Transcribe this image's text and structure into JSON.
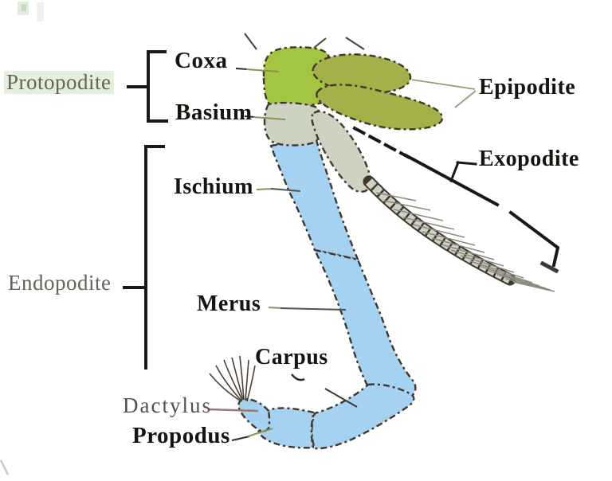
{
  "labels": {
    "protopodite": "Protopodite",
    "coxa": "Coxa",
    "basium": "Basium",
    "epipodite": "Epipodite",
    "exopodite": "Exopodite",
    "endopodite": "Endopodite",
    "ischium": "Ischium",
    "merus": "Merus",
    "carpus": "Carpus",
    "dactylus": "Dactylus",
    "propodus": "Propodus"
  },
  "colors": {
    "coxa_fill": "#a3c642",
    "epipodite_fill": "#a4b048",
    "basium_fill": "#ccd3c2",
    "exopodite_fill": "#cdd2c2",
    "endopodite_fill": "#a4d2f0",
    "outline": "#42362c",
    "bracket": "#181818",
    "pointer_olive": "#8f9054",
    "pointer_dark": "#55524e",
    "pointer_mauve": "#9b7a74",
    "label_gray": "#63635a"
  }
}
